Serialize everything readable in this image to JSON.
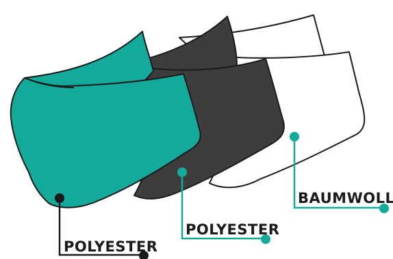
{
  "colors": {
    "teal": "#13a99b",
    "dark_gray": "#3d3d3d",
    "white": "#ffffff",
    "outline": "#1a1a1a",
    "label_text": "#1a1a1a"
  },
  "layers": [
    {
      "name": "teal-mask",
      "material_label": "POLYESTER",
      "fill": "teal",
      "marker": "black-dot"
    },
    {
      "name": "dark-mask",
      "material_label": "POLYESTER",
      "fill": "dark_gray",
      "marker": "teal-dot"
    },
    {
      "name": "white-mask",
      "material_label": "BAUMWOLLE",
      "fill": "white",
      "marker": "teal-dot"
    }
  ],
  "labels": {
    "teal_layer": "POLYESTER",
    "dark_layer": "POLYESTER",
    "white_layer": "BAUMWOLLE"
  }
}
